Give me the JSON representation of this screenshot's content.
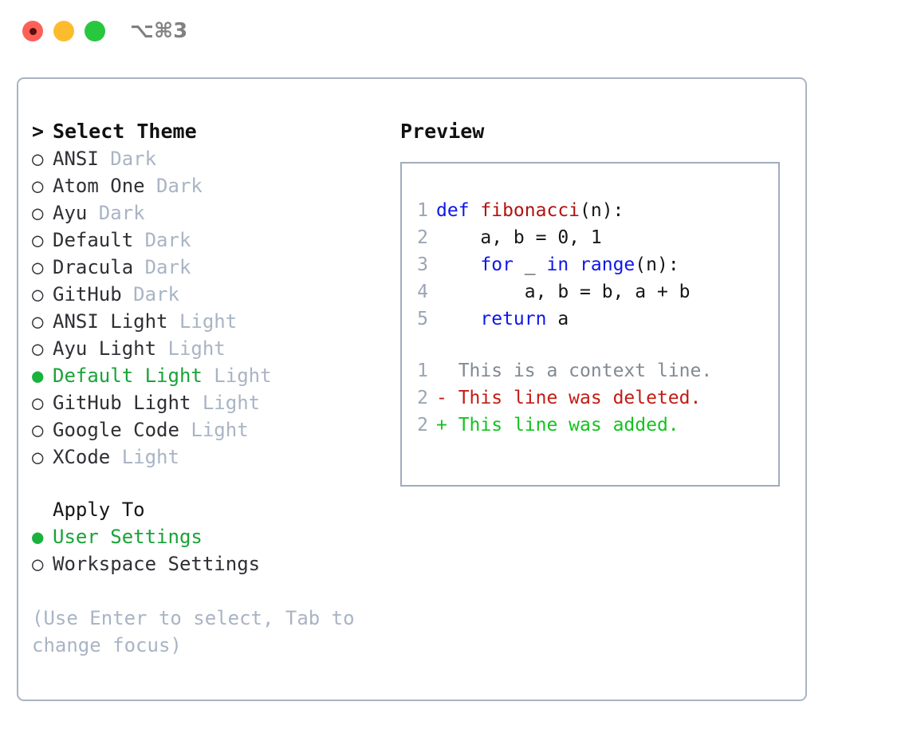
{
  "titlebar": {
    "shortcut": "⌥⌘3",
    "buttons": [
      {
        "name": "close",
        "color": "#fc6058"
      },
      {
        "name": "minimize",
        "color": "#fdbc2d"
      },
      {
        "name": "maximize",
        "color": "#28c73f"
      }
    ]
  },
  "left": {
    "heading": {
      "caret": ">",
      "text": "Select Theme"
    },
    "markers": {
      "unselected": "○",
      "selected": "●"
    },
    "themes": [
      {
        "marker": "○",
        "name": "ANSI",
        "badge": "Dark",
        "selected": false
      },
      {
        "marker": "○",
        "name": "Atom One",
        "badge": "Dark",
        "selected": false
      },
      {
        "marker": "○",
        "name": "Ayu",
        "badge": "Dark",
        "selected": false
      },
      {
        "marker": "○",
        "name": "Default",
        "badge": "Dark",
        "selected": false
      },
      {
        "marker": "○",
        "name": "Dracula",
        "badge": "Dark",
        "selected": false
      },
      {
        "marker": "○",
        "name": "GitHub",
        "badge": "Dark",
        "selected": false
      },
      {
        "marker": "○",
        "name": "ANSI Light",
        "badge": "Light",
        "selected": false
      },
      {
        "marker": "○",
        "name": "Ayu Light",
        "badge": "Light",
        "selected": false
      },
      {
        "marker": "●",
        "name": "Default Light",
        "badge": "Light",
        "selected": true
      },
      {
        "marker": "○",
        "name": "GitHub Light",
        "badge": "Light",
        "selected": false
      },
      {
        "marker": "○",
        "name": "Google Code",
        "badge": "Light",
        "selected": false
      },
      {
        "marker": "○",
        "name": "XCode",
        "badge": "Light",
        "selected": false
      }
    ],
    "apply": {
      "title": "Apply To",
      "options": [
        {
          "marker": "●",
          "label": "User Settings",
          "selected": true
        },
        {
          "marker": "○",
          "label": "Workspace Settings",
          "selected": false
        }
      ]
    },
    "hint": "(Use Enter to select, Tab to change focus)"
  },
  "right": {
    "title": "Preview",
    "code_lines": [
      {
        "number": "1",
        "tokens": [
          {
            "t": "def ",
            "k": "kw"
          },
          {
            "t": "fibonacci",
            "k": "fn"
          },
          {
            "t": "(n):",
            "k": "plain"
          }
        ]
      },
      {
        "number": "2",
        "tokens": [
          {
            "t": "    a, b = 0, 1",
            "k": "plain"
          }
        ]
      },
      {
        "number": "3",
        "tokens": [
          {
            "t": "    ",
            "k": "plain"
          },
          {
            "t": "for",
            "k": "kw"
          },
          {
            "t": " _ ",
            "k": "plain"
          },
          {
            "t": "in",
            "k": "kw"
          },
          {
            "t": " ",
            "k": "plain"
          },
          {
            "t": "range",
            "k": "kw"
          },
          {
            "t": "(n):",
            "k": "plain"
          }
        ]
      },
      {
        "number": "4",
        "tokens": [
          {
            "t": "        a, b = b, a + b",
            "k": "plain"
          }
        ]
      },
      {
        "number": "5",
        "tokens": [
          {
            "t": "    ",
            "k": "plain"
          },
          {
            "t": "return",
            "k": "kw"
          },
          {
            "t": " a",
            "k": "plain"
          }
        ]
      }
    ],
    "diff_lines": [
      {
        "number": "1",
        "sign": " ",
        "text": " This is a context line.",
        "kind": "ctx"
      },
      {
        "number": "2",
        "sign": "-",
        "text": " This line was deleted.",
        "kind": "del"
      },
      {
        "number": "2",
        "sign": "+",
        "text": " This line was added.",
        "kind": "add"
      }
    ]
  },
  "colors": {
    "selected_green": "#19a337",
    "muted": "#a9b4c4",
    "border": "#a9b4c4",
    "keyword_blue": "#0f16e8",
    "function_red": "#b21212",
    "diff_add_green": "#13c41e",
    "diff_del_red": "#c31b14",
    "line_number": "#9aa5b4"
  }
}
